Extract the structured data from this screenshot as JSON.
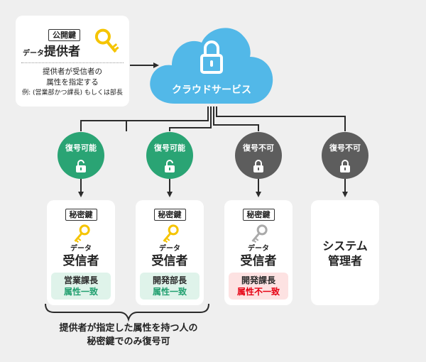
{
  "provider": {
    "key_type": "公開鍵",
    "prefix": "データ",
    "title": "提供者",
    "note_line1": "提供者が受信者の",
    "note_line2": "属性を指定する",
    "note_line3": "例: (営業部かつ課長) もしくは部長"
  },
  "cloud": {
    "label": "クラウドサービス"
  },
  "access": [
    {
      "label": "復号可能",
      "status": "unlocked"
    },
    {
      "label": "復号可能",
      "status": "unlocked"
    },
    {
      "label": "復号不可",
      "status": "locked"
    },
    {
      "label": "復号不可",
      "status": "locked"
    }
  ],
  "receivers": [
    {
      "key_type": "秘密鍵",
      "prefix": "データ",
      "title": "受信者",
      "role": "営業課長",
      "match": "属性一致",
      "key_color": "#f5c400"
    },
    {
      "key_type": "秘密鍵",
      "prefix": "データ",
      "title": "受信者",
      "role": "開発部長",
      "match": "属性一致",
      "key_color": "#f5c400"
    },
    {
      "key_type": "秘密鍵",
      "prefix": "データ",
      "title": "受信者",
      "role": "開発課長",
      "match": "属性不一致",
      "key_color": "#aaaaaa"
    }
  ],
  "admin": {
    "line1": "システム",
    "line2": "管理者"
  },
  "footer": {
    "line1": "提供者が指定した属性を持つ人の",
    "line2": "秘密鍵でのみ復号可"
  },
  "colors": {
    "ok": "#2aa474",
    "ng": "#5d5d5d",
    "cloud": "#52b8e8",
    "mismatch": "#e60012"
  }
}
